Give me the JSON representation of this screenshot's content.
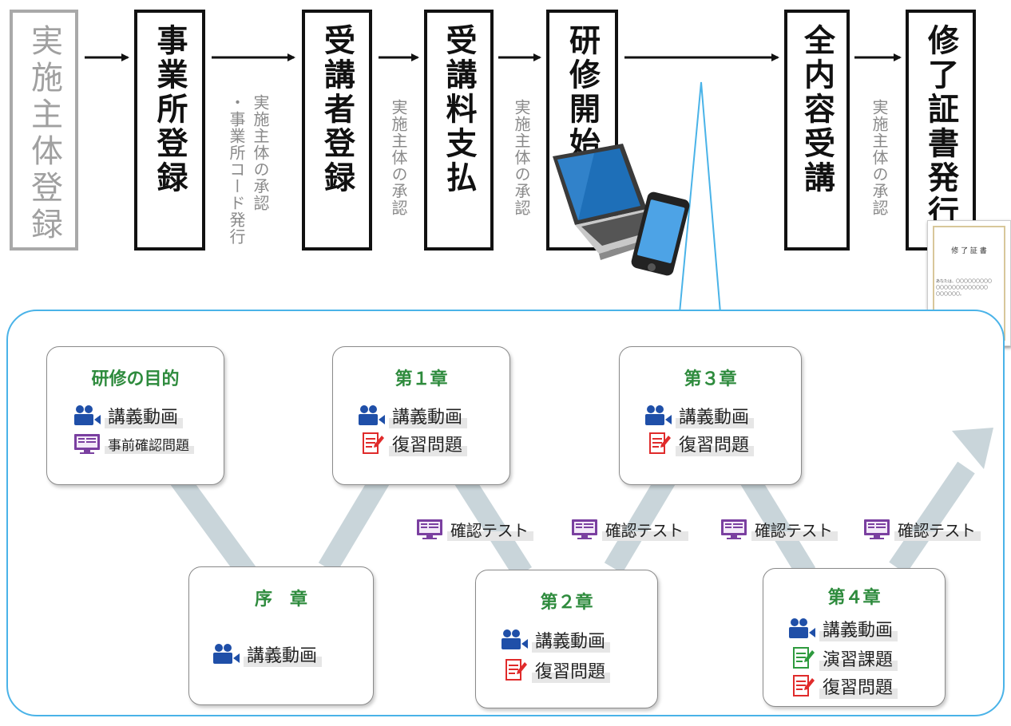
{
  "flow": {
    "steps": [
      {
        "id": "s1",
        "label": "実施主体登録"
      },
      {
        "id": "s2",
        "label": "事業所登録"
      },
      {
        "id": "s3",
        "label": "受講者登録"
      },
      {
        "id": "s4",
        "label": "受講料支払"
      },
      {
        "id": "s5",
        "label": "研修開始"
      },
      {
        "id": "s6",
        "label": "全内容受講"
      },
      {
        "id": "s7",
        "label": "修了証書発行"
      }
    ],
    "notes": {
      "n1": "実施主体の承認\n・事業所コード発行",
      "n2": "実施主体の承認",
      "n3": "実施主体の承認",
      "n4": "実施主体の承認"
    }
  },
  "certificate": {
    "title": "修 了 証 書",
    "text": "あなたは、〇〇〇〇〇〇〇〇〇\n〇〇〇〇〇〇〇〇〇〇〇〇〇\n〇〇〇〇〇〇。"
  },
  "modules": {
    "purpose": {
      "title": "研修の目的",
      "items": [
        "講義動画",
        "事前確認問題"
      ]
    },
    "intro": {
      "title": "序　章",
      "items": [
        "講義動画"
      ]
    },
    "ch1": {
      "title": "第１章",
      "items": [
        "講義動画",
        "復習問題"
      ]
    },
    "ch2": {
      "title": "第２章",
      "items": [
        "講義動画",
        "復習問題"
      ]
    },
    "ch3": {
      "title": "第３章",
      "items": [
        "講義動画",
        "復習問題"
      ]
    },
    "ch4": {
      "title": "第４章",
      "items": [
        "講義動画",
        "演習課題",
        "復習問題"
      ]
    }
  },
  "tests": [
    "確認テスト",
    "確認テスト",
    "確認テスト",
    "確認テスト"
  ],
  "colors": {
    "panel_border": "#4ab3e8",
    "title_green": "#2e8b3d",
    "video_icon": "#1f4fa8",
    "monitor_icon": "#7a3fa0",
    "review_icon": "#e02b2b",
    "exercise_icon": "#2e9a3e",
    "path_arrow": "#c9d5da"
  },
  "icons": {
    "video": "video-camera-icon",
    "monitor": "monitor-quiz-icon",
    "review": "review-notepad-icon",
    "exercise": "exercise-notepad-icon"
  }
}
